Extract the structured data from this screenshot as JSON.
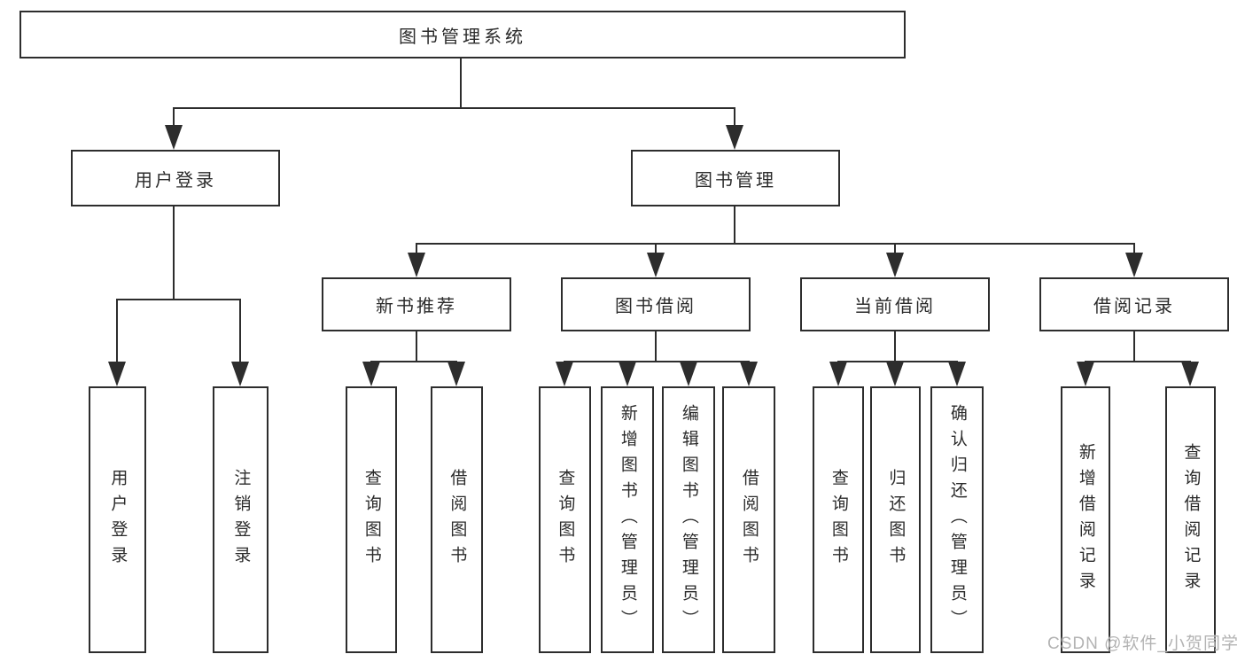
{
  "diagram": {
    "root": "图书管理系统",
    "branches": [
      {
        "label": "用户登录",
        "children": [
          "用户登录",
          "注销登录"
        ]
      },
      {
        "label": "图书管理",
        "sections": [
          {
            "label": "新书推荐",
            "children": [
              "查询图书",
              "借阅图书"
            ]
          },
          {
            "label": "图书借阅",
            "children": [
              "查询图书",
              "新增图书（管理员）",
              "编辑图书（管理员）",
              "借阅图书"
            ]
          },
          {
            "label": "当前借阅",
            "children": [
              "查询图书",
              "归还图书",
              "确认归还（管理员）"
            ]
          },
          {
            "label": "借阅记录",
            "children": [
              "新增借阅记录",
              "查询借阅记录"
            ]
          }
        ]
      }
    ]
  },
  "watermark": "CSDN @软件_小贺同学",
  "colors": {
    "line": "#2d2d2d",
    "text": "#2b2b2b",
    "background": "#ffffff",
    "watermark": "#b3b3b3"
  }
}
